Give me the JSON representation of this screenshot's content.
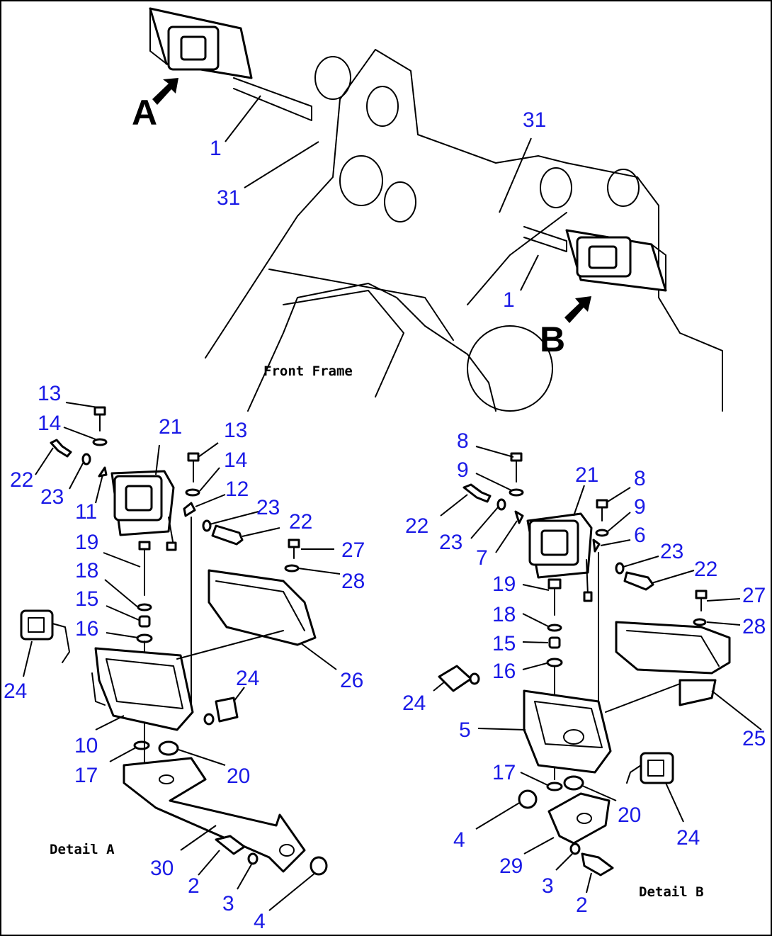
{
  "captions": {
    "front_frame": "Front Frame",
    "detail_a": "Detail  A",
    "detail_b": "Detail  B"
  },
  "view_markers": {
    "a": "A",
    "b": "B"
  },
  "callouts": {
    "overview": [
      "1",
      "31",
      "31",
      "1"
    ],
    "detail_a": [
      "13",
      "14",
      "22",
      "23",
      "21",
      "13",
      "14",
      "11",
      "12",
      "23",
      "22",
      "19",
      "27",
      "18",
      "28",
      "15",
      "16",
      "24",
      "24",
      "26",
      "10",
      "17",
      "20",
      "30",
      "2",
      "3",
      "4"
    ],
    "detail_b": [
      "8",
      "9",
      "21",
      "8",
      "22",
      "9",
      "23",
      "7",
      "6",
      "23",
      "22",
      "19",
      "27",
      "18",
      "28",
      "15",
      "16",
      "24",
      "5",
      "25",
      "17",
      "20",
      "4",
      "24",
      "29",
      "3",
      "2"
    ]
  }
}
